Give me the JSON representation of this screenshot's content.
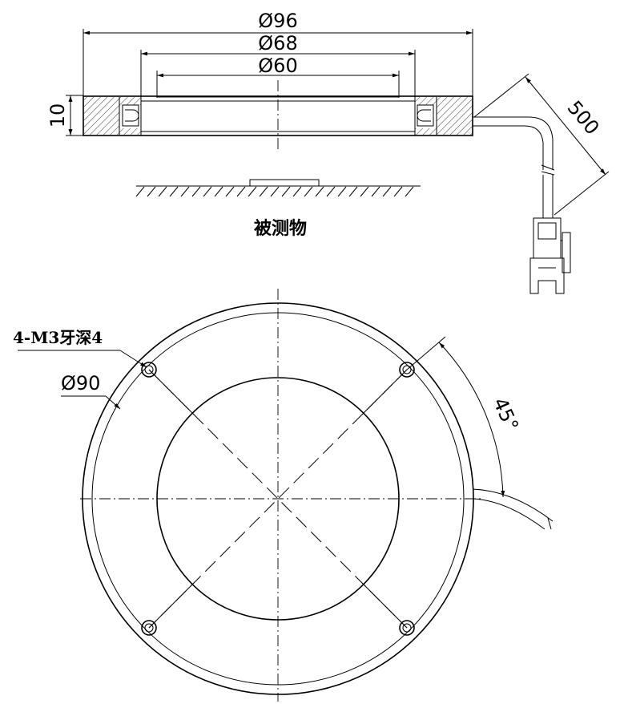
{
  "side_view": {
    "dim_outer": "Ø96",
    "dim_middle": "Ø68",
    "dim_inner": "Ø60",
    "dim_height": "10",
    "dim_cable": "500",
    "object_label": "被测物"
  },
  "top_view": {
    "holes_label": "4-M3牙深4",
    "dim_bolt_circle": "Ø90",
    "dim_angle": "45°"
  }
}
